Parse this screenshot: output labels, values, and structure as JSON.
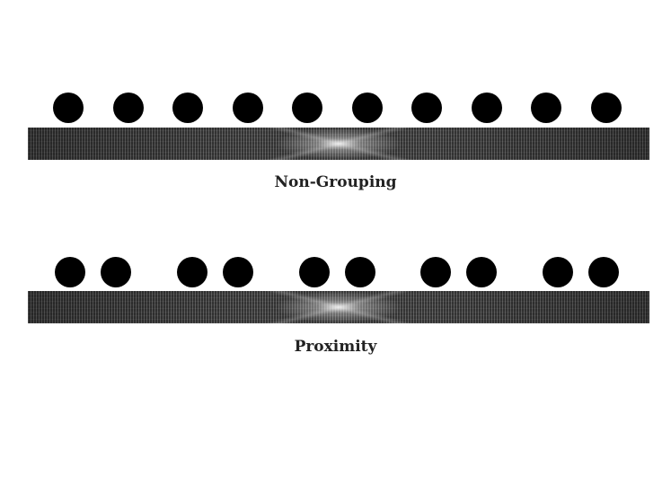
{
  "panels": [
    {
      "caption": "Non-Grouping",
      "dot_count": 10
    },
    {
      "caption": "Proximity",
      "dot_count": 10
    }
  ],
  "colors": {
    "dot": "#000000",
    "caption": "#222222",
    "background": "#ffffff"
  }
}
